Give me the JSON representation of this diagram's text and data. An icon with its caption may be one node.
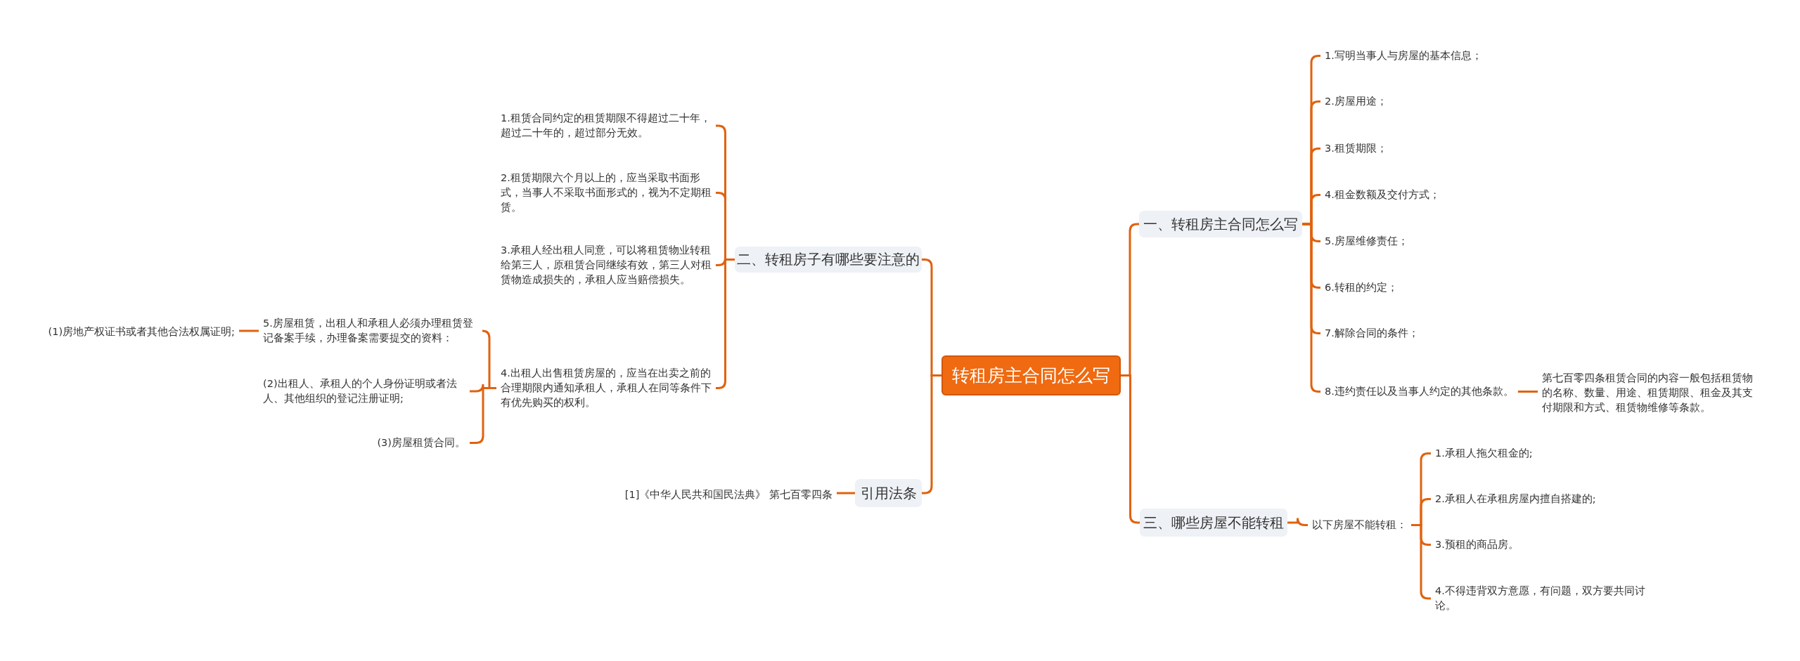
{
  "diagram": {
    "nodes": [
      {
        "text": [
          "转租房主合同怎么写"
        ]
      },
      {
        "text": [
          "二、转租房子有哪些要注意的"
        ]
      },
      {
        "text": [
          "1.租赁合同约定的租赁期限不得超过二十年，超过二十年的，超过部分无效。"
        ]
      },
      {
        "text": [
          "2.租赁期限六个月以上的，应当采取书面形式，当事人不采取书面形式的，视为不定期租赁。"
        ]
      },
      {
        "text": [
          "3.承租人经出租人同意，可以将租赁物业转租给第三人，原租赁合同继续有效，第三人对租赁物造成损失的，承租人应当赔偿损失。"
        ]
      },
      {
        "text": [
          "4.出租人出售租赁房屋的，应当在出卖之前的合理期限内通知承租人，承租人在同等条件下有优先购买的权利。"
        ]
      },
      {
        "text": [
          "5.房屋租赁，出租人和承租人必须办理租赁登记备案手续，办理备案需要提交的资料："
        ]
      },
      {
        "text": [
          "(1)房地产权证书或者其他合法权属证明;"
        ]
      },
      {
        "text": [
          "(2)出租人、承租人的个人身份证明或者法人、其他组织的登记注册证明;"
        ]
      },
      {
        "text": [
          "(3)房屋租赁合同。"
        ]
      },
      {
        "text": [
          "引用法条"
        ]
      },
      {
        "text": [
          "[1]《中华人民共和国民法典》 第七百零四条"
        ]
      },
      {
        "text": [
          "一、转租房主合同怎么写"
        ]
      },
      {
        "text": [
          "1.写明当事人与房屋的基本信息；"
        ]
      },
      {
        "text": [
          "2.房屋用途；"
        ]
      },
      {
        "text": [
          "3.租赁期限；"
        ]
      },
      {
        "text": [
          "4.租金数额及交付方式；"
        ]
      },
      {
        "text": [
          "5.房屋维修责任；"
        ]
      },
      {
        "text": [
          "6.转租的约定；"
        ]
      },
      {
        "text": [
          "7.解除合同的条件；"
        ]
      },
      {
        "text": [
          "8.违约责任以及当事人约定的其他条款。"
        ]
      },
      {
        "text": [
          "第七百零四条租赁合同的内容一般包括租赁物的名称、数量、用途、租赁期限、租金及其支付期限和方式、租赁物维修等条款。"
        ]
      },
      {
        "text": [
          "三、哪些房屋不能转租"
        ]
      },
      {
        "text": [
          "以下房屋不能转租："
        ]
      },
      {
        "text": [
          "1.承租人拖欠租金的;"
        ]
      },
      {
        "text": [
          "2.承租人在承租房屋内擅自搭建的;"
        ]
      },
      {
        "text": [
          "3.预租的商品房。"
        ]
      },
      {
        "text": [
          "4.不得违背双方意愿，有问题，双方要共同讨论。"
        ]
      }
    ],
    "edges": [
      {
        "from": 0,
        "to": 1,
        "arrow": "none"
      },
      {
        "from": 1,
        "to": 2,
        "arrow": "none"
      },
      {
        "from": 1,
        "to": 3,
        "arrow": "none"
      },
      {
        "from": 1,
        "to": 4,
        "arrow": "none"
      },
      {
        "from": 1,
        "to": 5,
        "arrow": "none"
      },
      {
        "from": 5,
        "to": 6,
        "arrow": "none"
      },
      {
        "from": 6,
        "to": 7,
        "arrow": "none"
      },
      {
        "from": 5,
        "to": 8,
        "arrow": "none"
      },
      {
        "from": 5,
        "to": 9,
        "arrow": "none"
      },
      {
        "from": 0,
        "to": 10,
        "arrow": "none"
      },
      {
        "from": 10,
        "to": 11,
        "arrow": "none"
      },
      {
        "from": 0,
        "to": 12,
        "arrow": "none"
      },
      {
        "from": 12,
        "to": 13,
        "arrow": "none"
      },
      {
        "from": 12,
        "to": 14,
        "arrow": "none"
      },
      {
        "from": 12,
        "to": 15,
        "arrow": "none"
      },
      {
        "from": 12,
        "to": 16,
        "arrow": "none"
      },
      {
        "from": 12,
        "to": 17,
        "arrow": "none"
      },
      {
        "from": 12,
        "to": 18,
        "arrow": "none"
      },
      {
        "from": 12,
        "to": 19,
        "arrow": "none"
      },
      {
        "from": 12,
        "to": 20,
        "arrow": "none"
      },
      {
        "from": 20,
        "to": 21,
        "arrow": "none"
      },
      {
        "from": 0,
        "to": 22,
        "arrow": "none"
      },
      {
        "from": 22,
        "to": 23,
        "arrow": "none"
      },
      {
        "from": 23,
        "to": 24,
        "arrow": "none"
      },
      {
        "from": 23,
        "to": 25,
        "arrow": "none"
      },
      {
        "from": 23,
        "to": 26,
        "arrow": "none"
      },
      {
        "from": 23,
        "to": 27,
        "arrow": "none"
      }
    ]
  }
}
